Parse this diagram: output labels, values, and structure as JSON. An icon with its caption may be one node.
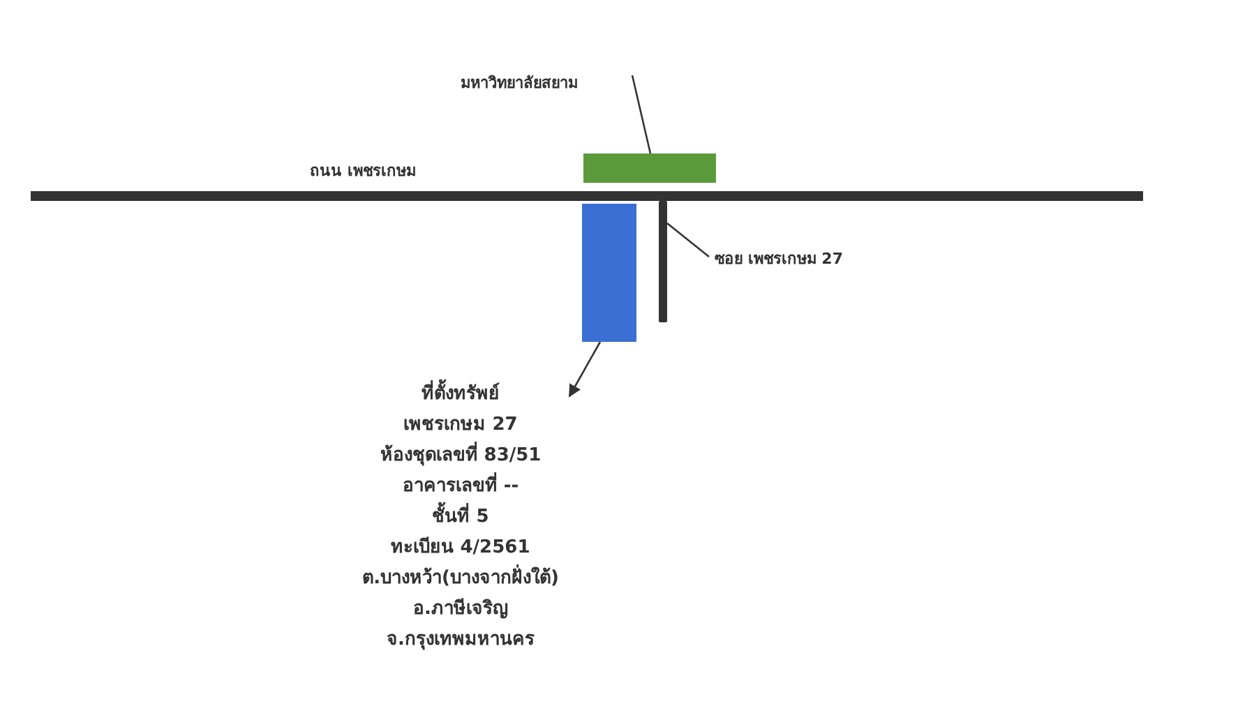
{
  "diagram": {
    "nodes": [
      {
        "text": [
          "มหาวิทยาลัยสยาม"
        ]
      },
      {
        "text": [],
        "shape": "box"
      },
      {
        "text": [
          "ซอย เพชรเกษม 27"
        ]
      },
      {
        "text": [],
        "shape": "bar"
      },
      {
        "text": [],
        "shape": "box"
      },
      {
        "text": [
          "ที่ตั้งทรัพย์",
          "เพชรเกษม 27",
          "ห้องชุดเลขที่ 83/51",
          "อาคารเลขที่ --",
          "ชั้นที่ 5",
          "ทะเบียน  4/2561",
          "ต.บางหว้า(บางจากฝั่งใต้)",
          "อ.ภาษีเจริญ",
          "จ.กรุงเทพมหานคร"
        ]
      }
    ],
    "edges": [
      {
        "from": 0,
        "to": 1,
        "arrow": "none"
      },
      {
        "from": 2,
        "to": 3,
        "arrow": "none"
      },
      {
        "from": 4,
        "to": 5,
        "arrow": "to"
      }
    ],
    "labels": [
      "ถนน เพชรเกษม"
    ]
  }
}
